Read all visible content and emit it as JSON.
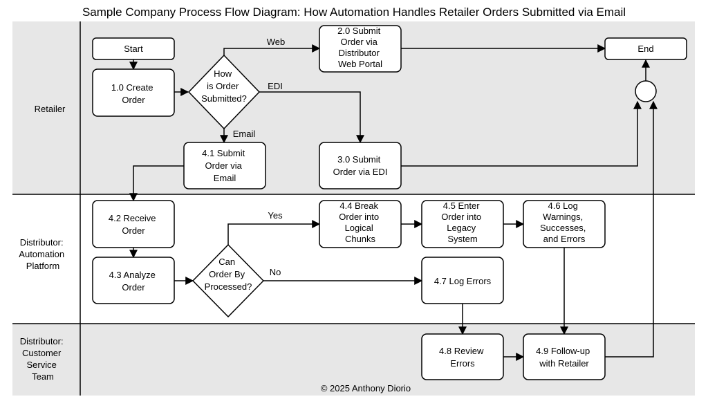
{
  "title": "Sample Company Process Flow Diagram: How Automation Handles Retailer Orders Submitted via Email",
  "footer": "© 2025 Anthony Diorio",
  "lanes": {
    "retailer": [
      "Retailer"
    ],
    "automation": [
      "Distributor:",
      "Automation",
      "Platform"
    ],
    "customer_service": [
      "Distributor:",
      "Customer",
      "Service",
      "Team"
    ]
  },
  "nodes": {
    "start": [
      "Start"
    ],
    "create_order": [
      "1.0 Create",
      "Order"
    ],
    "how_submitted": [
      "How",
      "is Order",
      "Submitted?"
    ],
    "web_portal": [
      "2.0 Submit",
      "Order via",
      "Distributor",
      "Web Portal"
    ],
    "end": [
      "End"
    ],
    "submit_email": [
      "4.1 Submit",
      "Order via",
      "Email"
    ],
    "submit_edi": [
      "3.0 Submit",
      "Order via EDI"
    ],
    "receive_order": [
      "4.2 Receive",
      "Order"
    ],
    "break_order": [
      "4.4 Break",
      "Order into",
      "Logical",
      "Chunks"
    ],
    "enter_order": [
      "4.5 Enter",
      "Order into",
      "Legacy",
      "System"
    ],
    "log_warnings": [
      "4.6 Log",
      "Warnings,",
      "Successes,",
      "and Errors"
    ],
    "analyze_order": [
      "4.3 Analyze",
      "Order"
    ],
    "can_process": [
      "Can",
      "Order By",
      "Processed?"
    ],
    "log_errors": [
      "4.7 Log Errors"
    ],
    "review_errors": [
      "4.8 Review",
      "Errors"
    ],
    "follow_up": [
      "4.9 Follow-up",
      "with Retailer"
    ]
  },
  "edge_labels": {
    "web": "Web",
    "edi": "EDI",
    "email": "Email",
    "yes": "Yes",
    "no": "No"
  },
  "colors": {
    "lane_fill": "#e7e7e7",
    "box_fill": "#ffffff",
    "stroke": "#000000"
  }
}
